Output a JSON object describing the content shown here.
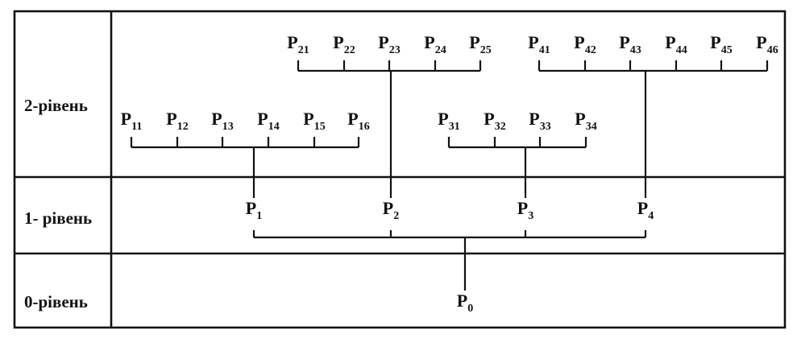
{
  "levels": [
    {
      "id": "level-2",
      "label": "2-рівень"
    },
    {
      "id": "level-1",
      "label": "1- рівень"
    },
    {
      "id": "level-0",
      "label": "0-рівень"
    }
  ],
  "nodes": [
    {
      "id": "P0",
      "main": "P",
      "sub": "0",
      "level": 0,
      "parent": null
    },
    {
      "id": "P1",
      "main": "P",
      "sub": "1",
      "level": 1,
      "parent": "P0"
    },
    {
      "id": "P2",
      "main": "P",
      "sub": "2",
      "level": 1,
      "parent": "P0"
    },
    {
      "id": "P3",
      "main": "P",
      "sub": "3",
      "level": 1,
      "parent": "P0"
    },
    {
      "id": "P4",
      "main": "P",
      "sub": "4",
      "level": 1,
      "parent": "P0"
    },
    {
      "id": "P11",
      "main": "P",
      "sub": "11",
      "level": 2,
      "parent": "P1"
    },
    {
      "id": "P12",
      "main": "P",
      "sub": "12",
      "level": 2,
      "parent": "P1"
    },
    {
      "id": "P13",
      "main": "P",
      "sub": "13",
      "level": 2,
      "parent": "P1"
    },
    {
      "id": "P14",
      "main": "P",
      "sub": "14",
      "level": 2,
      "parent": "P1"
    },
    {
      "id": "P15",
      "main": "P",
      "sub": "15",
      "level": 2,
      "parent": "P1"
    },
    {
      "id": "P16",
      "main": "P",
      "sub": "16",
      "level": 2,
      "parent": "P1"
    },
    {
      "id": "P21",
      "main": "P",
      "sub": "21",
      "level": 2,
      "parent": "P2"
    },
    {
      "id": "P22",
      "main": "P",
      "sub": "22",
      "level": 2,
      "parent": "P2"
    },
    {
      "id": "P23",
      "main": "P",
      "sub": "23",
      "level": 2,
      "parent": "P2"
    },
    {
      "id": "P24",
      "main": "P",
      "sub": "24",
      "level": 2,
      "parent": "P2"
    },
    {
      "id": "P25",
      "main": "P",
      "sub": "25",
      "level": 2,
      "parent": "P2"
    },
    {
      "id": "P31",
      "main": "P",
      "sub": "31",
      "level": 2,
      "parent": "P3"
    },
    {
      "id": "P32",
      "main": "P",
      "sub": "32",
      "level": 2,
      "parent": "P3"
    },
    {
      "id": "P33",
      "main": "P",
      "sub": "33",
      "level": 2,
      "parent": "P3"
    },
    {
      "id": "P34",
      "main": "P",
      "sub": "34",
      "level": 2,
      "parent": "P3"
    },
    {
      "id": "P41",
      "main": "P",
      "sub": "41",
      "level": 2,
      "parent": "P4"
    },
    {
      "id": "P42",
      "main": "P",
      "sub": "42",
      "level": 2,
      "parent": "P4"
    },
    {
      "id": "P43",
      "main": "P",
      "sub": "43",
      "level": 2,
      "parent": "P4"
    },
    {
      "id": "P44",
      "main": "P",
      "sub": "44",
      "level": 2,
      "parent": "P4"
    },
    {
      "id": "P45",
      "main": "P",
      "sub": "45",
      "level": 2,
      "parent": "P4"
    },
    {
      "id": "P46",
      "main": "P",
      "sub": "46",
      "level": 2,
      "parent": "P4"
    }
  ]
}
